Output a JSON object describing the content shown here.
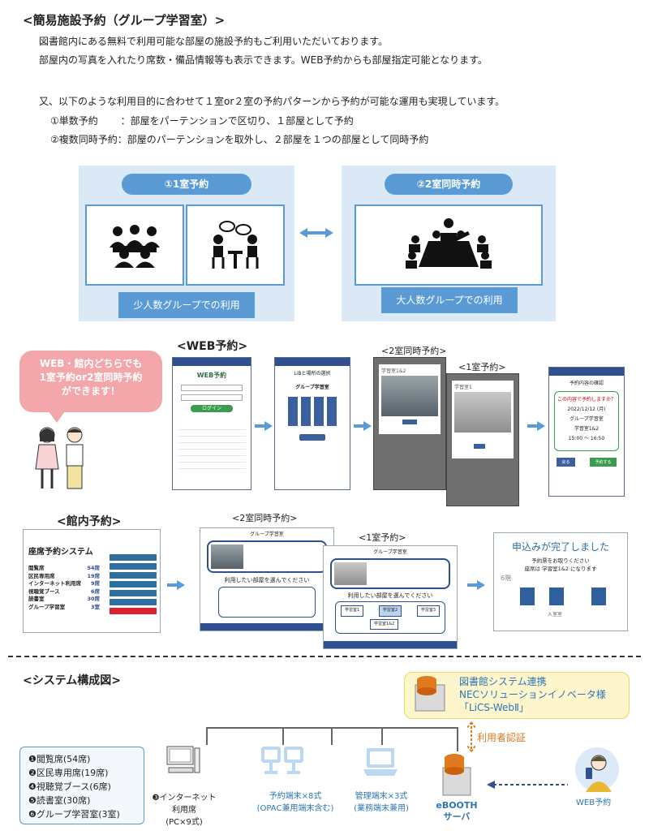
{
  "header": {
    "title": "<簡易施設予約（グループ学習室）>",
    "p1": "図書館内にある無料で利用可能な部屋の施設予約もご利用いただいております。",
    "p2": "部屋内の写真を入れたり席数・備品情報等も表示できます。WEB予約からも部屋指定可能となります。",
    "p3": "又、以下のような利用目的に合わせて１室or２室の予約パターンから予約が可能な運用も実現しています。",
    "b1": "①単数予約　　 ：部屋をパーテンションで区切り、１部屋として予約",
    "b2": "②複数同時予約：部屋のパーテンションを取外し、２部屋を１つの部屋として同時予約"
  },
  "diagram": {
    "left_pill": "①1室予約",
    "left_caption": "少人数グループでの利用",
    "right_pill": "②2室同時予約",
    "right_caption": "大人数グループでの利用"
  },
  "web": {
    "heading": "<WEB予約>",
    "bubble": "WEB・館内どちらでも\n1室予約or2室同時予約\nができます！",
    "label_2room": "<2室同時予約>",
    "label_1room": "<1室予約>",
    "phone1_title": "WEB予約",
    "phone1_btn": "ログイン",
    "phone2_title": "LiBと場所の選択",
    "phone2_sub": "グループ学習室",
    "photo_label": "学習室1&2",
    "photo_label2": "学習室1",
    "confirm_title": "予約内容の確認",
    "confirm_q": "この内容で予約しますか？",
    "confirm_date": "2022/12/12 (月)",
    "confirm_room": "グループ学習室",
    "confirm_room2": "学習室1&2",
    "confirm_time": "15:00 ～ 16:50",
    "confirm_back": "戻る",
    "confirm_ok": "予約する"
  },
  "kiosk": {
    "heading": "<館内予約>",
    "label_2room": "<2室同時予約>",
    "label_1room": "<1室予約>",
    "sys_title": "座席予約システム",
    "rows": [
      {
        "name": "閲覧席",
        "val": "54席"
      },
      {
        "name": "区民専用席",
        "val": "19席"
      },
      {
        "name": "インターネット利用席",
        "val": "9席"
      },
      {
        "name": "視聴覚ブース",
        "val": "6席"
      },
      {
        "name": "読書室",
        "val": "30席"
      },
      {
        "name": "グループ学習室",
        "val": "3室"
      }
    ],
    "choose": "利用したい部屋を選んでください",
    "room_btns": [
      "学習室1",
      "学習室2",
      "学習室3"
    ],
    "room_pair": "学習室1&2",
    "group_room": "グループ学習室",
    "done_title": "申込みが完了しました",
    "done_sub": "予約票をお取りください",
    "done_line": "座席は 学習室1&2 になります",
    "done_room": "6階",
    "done_entry": "入室室"
  },
  "system": {
    "heading": "<システム構成図>",
    "legend": [
      "❶閲覧席(54席)",
      "❷区民専用席(19席)",
      "❹視聴覚ブース(6席)",
      "❺読書室(30席)",
      "❻グループ学習室(3室)"
    ],
    "pc_label1": "❸インターネット",
    "pc_label2": "利用席",
    "pc_label3": "(PC×9式)",
    "res_label1": "予約端末×8式",
    "res_label2": "(OPAC兼用端末含む)",
    "mgmt_label1": "管理端末×3式",
    "mgmt_label2": "(業務端末兼用)",
    "lib_line1": "図書館システム連携",
    "lib_line2": "NECソリューションイノベータ様",
    "lib_line3": "「LiCS-WebⅡ」",
    "auth": "利用者認証",
    "server1": "eBOOTH",
    "server2": "サーバ",
    "web_user": "WEB予約"
  }
}
